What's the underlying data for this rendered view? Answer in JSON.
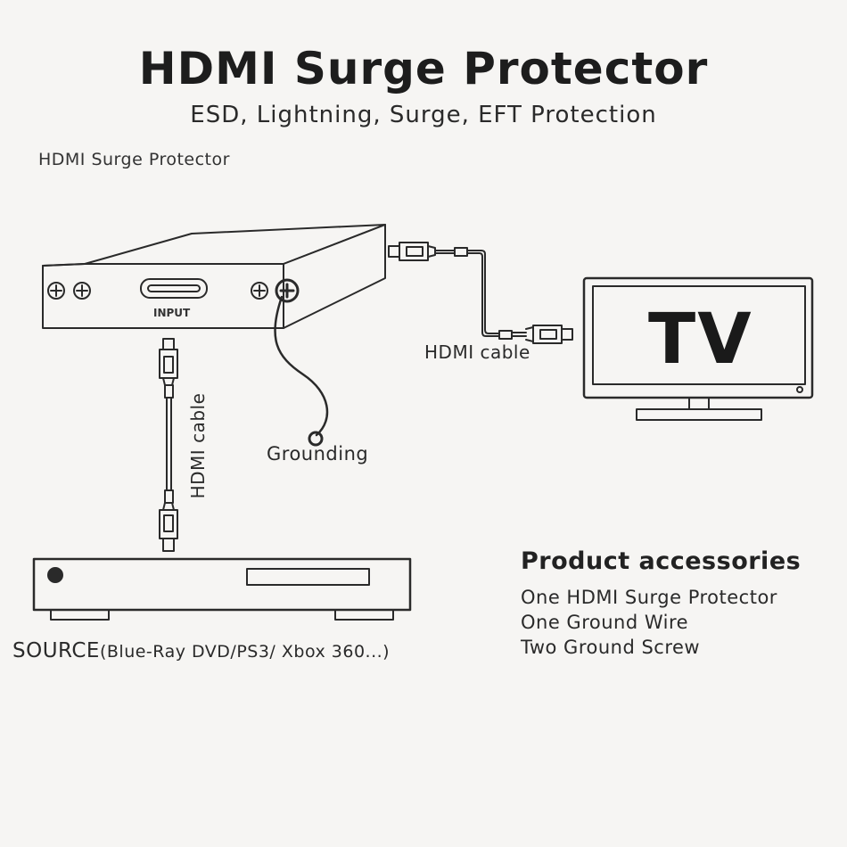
{
  "header": {
    "title": "HDMI Surge Protector",
    "subtitle": "ESD, Lightning, Surge, EFT Protection"
  },
  "diagram": {
    "device_label": "HDMI Surge Protector",
    "input_port_label": "INPUT",
    "tv_label": "TV",
    "cable_to_tv_label": "HDMI cable",
    "cable_from_source_label": "HDMI cable",
    "grounding_label": "Grounding",
    "source_label": "SOURCE",
    "source_detail": "(Blue-Ray DVD/PS3/ Xbox 360...)"
  },
  "accessories": {
    "title": "Product accessories",
    "items": [
      "One HDMI Surge Protector",
      "One Ground Wire",
      "Two Ground Screw"
    ]
  },
  "colors": {
    "background": "#f6f5f3",
    "ink": "#222222"
  }
}
